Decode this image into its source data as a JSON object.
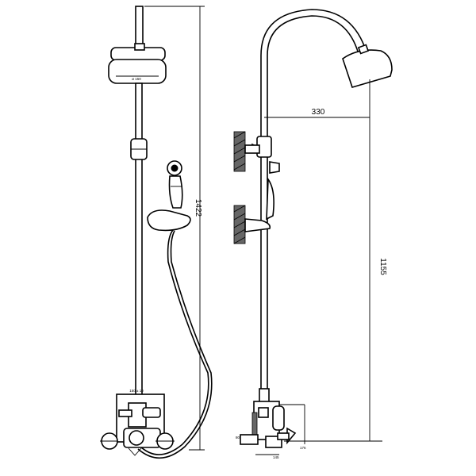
{
  "dimensions": {
    "overall_height": "1422",
    "arm_projection": "330",
    "head_height": "1155"
  },
  "small_labels": {
    "head_diameter": "ø 150",
    "valve_width": "150 ± 10",
    "side_a": "80",
    "side_b": "176",
    "side_c": "145"
  }
}
